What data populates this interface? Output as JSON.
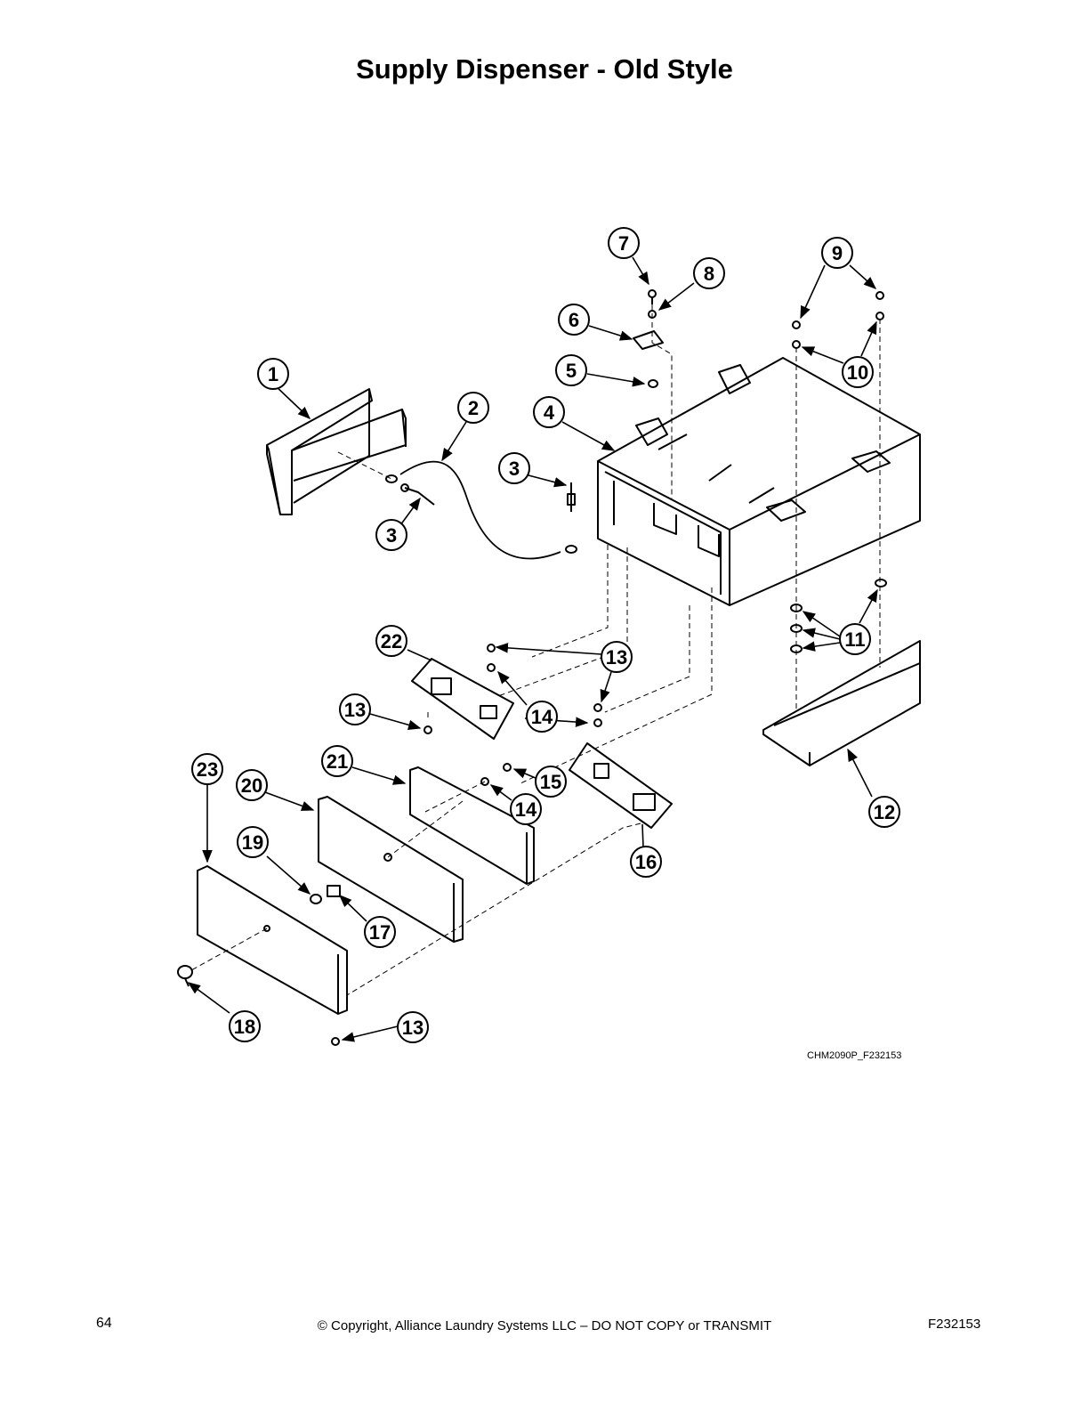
{
  "title": "Supply Dispenser - Old Style",
  "figure_code": "CHM2090P_F232153",
  "footer": {
    "page_number": "64",
    "copyright": "© Copyright, Alliance Laundry Systems LLC – DO NOT COPY or TRANSMIT",
    "doc_id": "F232153"
  },
  "callouts": [
    {
      "id": "c1",
      "label": "1"
    },
    {
      "id": "c2",
      "label": "2"
    },
    {
      "id": "c3a",
      "label": "3"
    },
    {
      "id": "c3b",
      "label": "3"
    },
    {
      "id": "c4",
      "label": "4"
    },
    {
      "id": "c5",
      "label": "5"
    },
    {
      "id": "c6",
      "label": "6"
    },
    {
      "id": "c7",
      "label": "7"
    },
    {
      "id": "c8",
      "label": "8"
    },
    {
      "id": "c9",
      "label": "9"
    },
    {
      "id": "c10",
      "label": "10"
    },
    {
      "id": "c11",
      "label": "11"
    },
    {
      "id": "c12",
      "label": "12"
    },
    {
      "id": "c13a",
      "label": "13"
    },
    {
      "id": "c13b",
      "label": "13"
    },
    {
      "id": "c13c",
      "label": "13"
    },
    {
      "id": "c14a",
      "label": "14"
    },
    {
      "id": "c14b",
      "label": "14"
    },
    {
      "id": "c15",
      "label": "15"
    },
    {
      "id": "c16",
      "label": "16"
    },
    {
      "id": "c17",
      "label": "17"
    },
    {
      "id": "c18",
      "label": "18"
    },
    {
      "id": "c19",
      "label": "19"
    },
    {
      "id": "c20",
      "label": "20"
    },
    {
      "id": "c21",
      "label": "21"
    },
    {
      "id": "c22",
      "label": "22"
    },
    {
      "id": "c23",
      "label": "23"
    }
  ]
}
